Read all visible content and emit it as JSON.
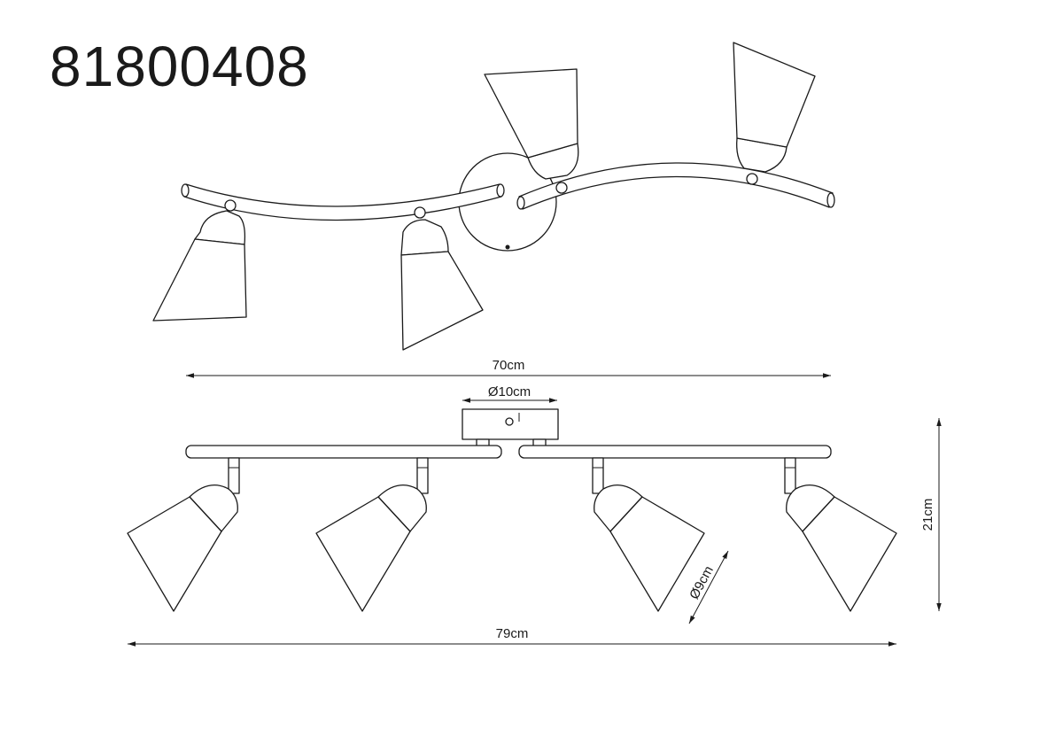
{
  "model_number": "81800408",
  "dimensions": {
    "top_width": "70cm",
    "canopy_diameter": "Ø10cm",
    "total_width": "79cm",
    "height": "21cm",
    "shade_diameter": "Ø9cm"
  },
  "colors": {
    "line": "#1a1a1a",
    "background": "#ffffff"
  }
}
